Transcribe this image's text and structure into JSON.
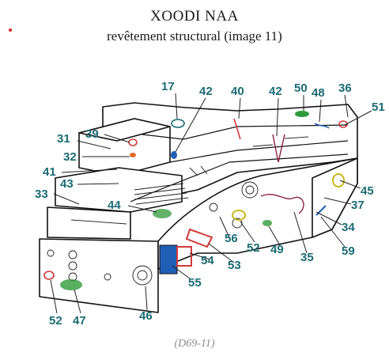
{
  "header": {
    "title": "XOODI NAA",
    "subtitle": "revêtement structural (image 11)"
  },
  "caption": "(D69-11)",
  "colors": {
    "label": "#1b6b73",
    "highlight_blue": "#1f5fb5",
    "highlight_red": "#d23a3a",
    "highlight_green": "#2f9a3a",
    "highlight_yellow": "#c9b820",
    "highlight_maroon": "#8a2240",
    "marker": "#e0202a"
  },
  "callouts": [
    {
      "id": "c17",
      "text": "17"
    },
    {
      "id": "c42a",
      "text": "42"
    },
    {
      "id": "c40",
      "text": "40"
    },
    {
      "id": "c42b",
      "text": "42"
    },
    {
      "id": "c50",
      "text": "50"
    },
    {
      "id": "c48",
      "text": "48"
    },
    {
      "id": "c36",
      "text": "36"
    },
    {
      "id": "c51",
      "text": "51"
    },
    {
      "id": "c39",
      "text": "39"
    },
    {
      "id": "c31",
      "text": "31"
    },
    {
      "id": "c32",
      "text": "32"
    },
    {
      "id": "c41",
      "text": "41"
    },
    {
      "id": "c43",
      "text": "43"
    },
    {
      "id": "c33",
      "text": "33"
    },
    {
      "id": "c45",
      "text": "45"
    },
    {
      "id": "c37",
      "text": "37"
    },
    {
      "id": "c44",
      "text": "44"
    },
    {
      "id": "c34",
      "text": "34"
    },
    {
      "id": "c56",
      "text": "56"
    },
    {
      "id": "c52a",
      "text": "52"
    },
    {
      "id": "c49",
      "text": "49"
    },
    {
      "id": "c59",
      "text": "59"
    },
    {
      "id": "c53",
      "text": "53"
    },
    {
      "id": "c54",
      "text": "54"
    },
    {
      "id": "c35",
      "text": "35"
    },
    {
      "id": "c55",
      "text": "55"
    },
    {
      "id": "c46",
      "text": "46"
    },
    {
      "id": "c52b",
      "text": "52"
    },
    {
      "id": "c47",
      "text": "47"
    }
  ]
}
